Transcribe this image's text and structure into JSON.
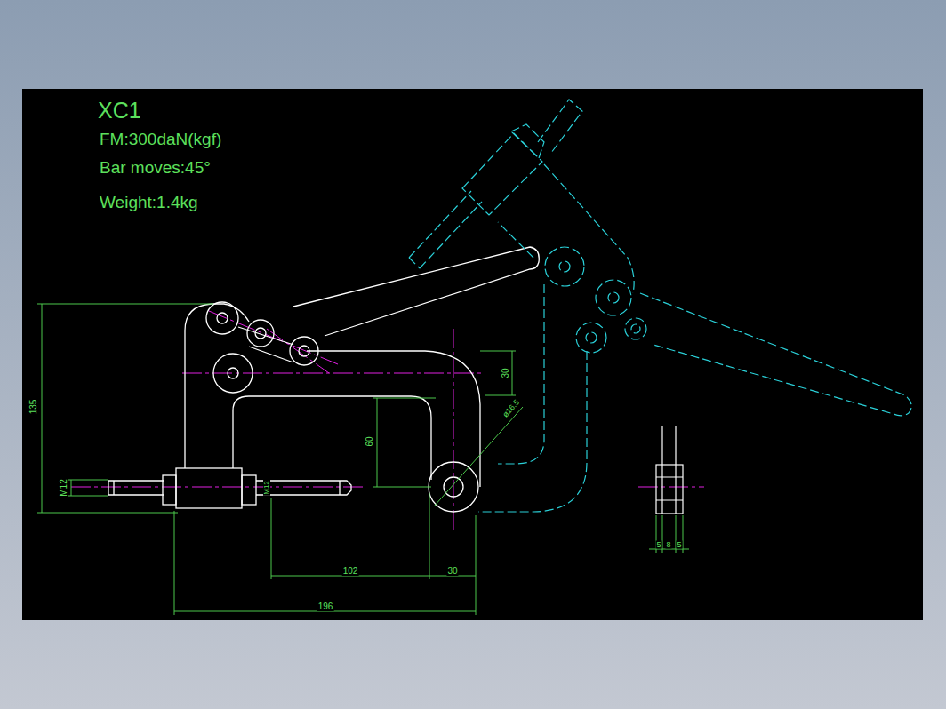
{
  "diagram": {
    "title": "XC1",
    "labels": [
      "FM:300daN(kgf)",
      "Bar moves:45°",
      "Weight:1.4kg",
      "135",
      "M12",
      "M12",
      "30",
      "60",
      "ø16.5",
      "102",
      "30",
      "196",
      "5",
      "8",
      "5"
    ]
  }
}
